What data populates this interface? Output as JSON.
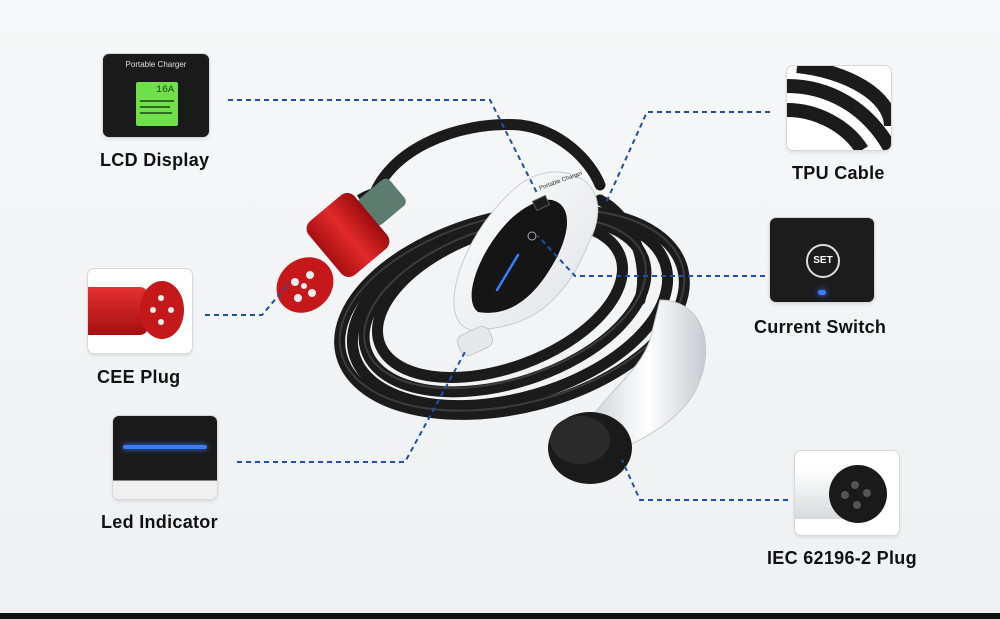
{
  "callouts": {
    "lcd": {
      "label": "LCD Display",
      "screen_title": "Portable Charger",
      "screen_value": "16A"
    },
    "cee": {
      "label": "CEE Plug"
    },
    "led": {
      "label": "Led  Indicator"
    },
    "tpu": {
      "label": "TPU Cable"
    },
    "switch": {
      "label": "Current Switch",
      "button_text": "SET"
    },
    "iec": {
      "label": "IEC 62196-2 Plug"
    }
  },
  "device": {
    "brand_text": "Portable Charger"
  },
  "colors": {
    "leader_line": "#1f4fa8",
    "plug_red": "#d61f1f",
    "cable": "#1b1b1b",
    "lcd_green": "#6fe04a",
    "led_blue": "#3a7dff"
  }
}
